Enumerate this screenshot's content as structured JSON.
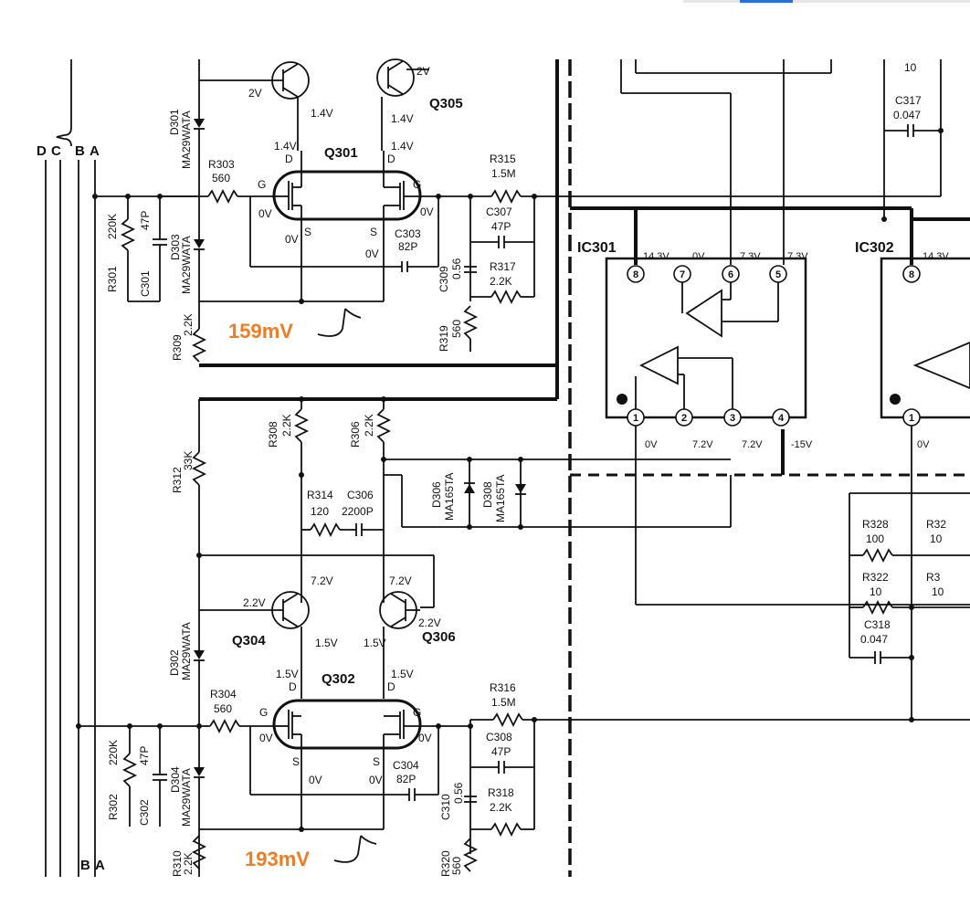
{
  "bus_labels": {
    "top": [
      "D",
      "C",
      "B",
      "A"
    ],
    "bottom": [
      "B",
      "A"
    ]
  },
  "transistors": {
    "q301": "Q301",
    "q302": "Q302",
    "q304": "Q304",
    "q305": "Q305",
    "q306": "Q306"
  },
  "ics": {
    "ic301": "IC301",
    "ic302": "IC302"
  },
  "resistors": {
    "r301": "R301",
    "r301_val": "220K",
    "r302": "R302",
    "r302_val": "220K",
    "r303": "R303",
    "r303_val": "560",
    "r304": "R304",
    "r304_val": "560",
    "r306": "R306",
    "r306_val": "2.2K",
    "r308": "R308",
    "r308_val": "2.2K",
    "r309": "R309",
    "r309_val": "2.2K",
    "r310": "R310",
    "r310_val": "2.2K",
    "r312": "R312",
    "r312_val": "33K",
    "r314": "R314",
    "r314_val": "120",
    "r315": "R315",
    "r315_val": "1.5M",
    "r316": "R316",
    "r316_val": "1.5M",
    "r317": "R317",
    "r317_val": "2.2K",
    "r318": "R318",
    "r318_val": "2.2K",
    "r319": "R319",
    "r319_val": "560",
    "r320": "R320",
    "r320_val": "560",
    "r322": "R322",
    "r322_val": "10",
    "r328": "R328",
    "r328_val": "100",
    "r32x": "R32",
    "r32x_val": "10",
    "r3x": "R3",
    "r3x_val": "10",
    "r_top": "10"
  },
  "capacitors": {
    "c301": "C301",
    "c301_val": "47P",
    "c302": "C302",
    "c302_val": "47P",
    "c303": "C303",
    "c303_val": "82P",
    "c304": "C304",
    "c304_val": "82P",
    "c306": "C306",
    "c306_val": "2200P",
    "c307": "C307",
    "c307_val": "47P",
    "c308": "C308",
    "c308_val": "47P",
    "c309": "C309",
    "c309_val": "0.56",
    "c310": "C310",
    "c310_val": "0.56",
    "c317": "C317",
    "c317_val": "0.047",
    "c318": "C318",
    "c318_val": "0.047"
  },
  "diodes": {
    "d301": "D301",
    "d301_type": "MA29WATA",
    "d302": "D302",
    "d302_type": "MA29WATA",
    "d303": "D303",
    "d303_type": "MA29WATA",
    "d304": "D304",
    "d304_type": "MA29WATA",
    "d306": "D306",
    "d306_type": "MA165TA",
    "d308": "D308",
    "d308_type": "MA165TA"
  },
  "pins": {
    "g": "G",
    "d": "D",
    "s": "S"
  },
  "voltages": {
    "v2": "2V",
    "v14": "1.4V",
    "v0": "0V",
    "v22": "2.2V",
    "v72": "7.2V",
    "v15": "1.5V",
    "v143": "14.3V",
    "v73": "7.3V",
    "vm15": "-15V"
  },
  "ic_pins": [
    "8",
    "7",
    "6",
    "5",
    "1",
    "2",
    "3",
    "4"
  ],
  "measurements": {
    "top": "159mV",
    "bottom": "193mV",
    "color": "#f07c24"
  }
}
